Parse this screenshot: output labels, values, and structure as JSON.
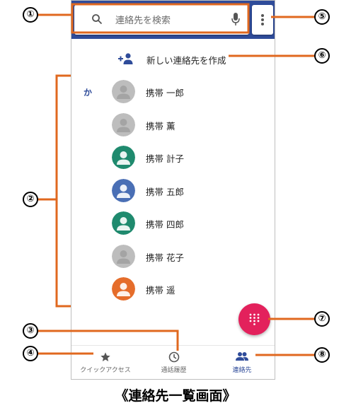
{
  "search": {
    "placeholder": "連絡先を検索"
  },
  "actions": {
    "create_contact": "新しい連絡先を作成"
  },
  "index_letter": "か",
  "contacts": [
    {
      "name": "携帯 一郎",
      "avatar_color": "#bdbdbd",
      "avatar_type": "photo"
    },
    {
      "name": "携帯 薫",
      "avatar_color": "#bdbdbd",
      "avatar_type": "photo"
    },
    {
      "name": "携帯 計子",
      "avatar_color": "#1f8a6e",
      "avatar_type": "default"
    },
    {
      "name": "携帯 五郎",
      "avatar_color": "#4a6fb5",
      "avatar_type": "default"
    },
    {
      "name": "携帯 四郎",
      "avatar_color": "#1f8a6e",
      "avatar_type": "default"
    },
    {
      "name": "携帯 花子",
      "avatar_color": "#bdbdbd",
      "avatar_type": "photo"
    },
    {
      "name": "携帯 遥",
      "avatar_color": "#e56d2b",
      "avatar_type": "default"
    }
  ],
  "bottom_nav": [
    {
      "label": "クイックアクセス",
      "icon": "star-icon",
      "active": false
    },
    {
      "label": "通話履歴",
      "icon": "clock-icon",
      "active": false
    },
    {
      "label": "連絡先",
      "icon": "people-icon",
      "active": true
    }
  ],
  "fab": {
    "icon": "dialpad-icon",
    "color": "#e3215c"
  },
  "colors": {
    "header": "#2f4c9a",
    "accent": "#2f4c9a",
    "callout_line": "#e0681f"
  },
  "callouts": [
    "①",
    "②",
    "③",
    "④",
    "⑤",
    "⑥",
    "⑦",
    "⑧"
  ],
  "caption": "《連絡先一覧画面》"
}
